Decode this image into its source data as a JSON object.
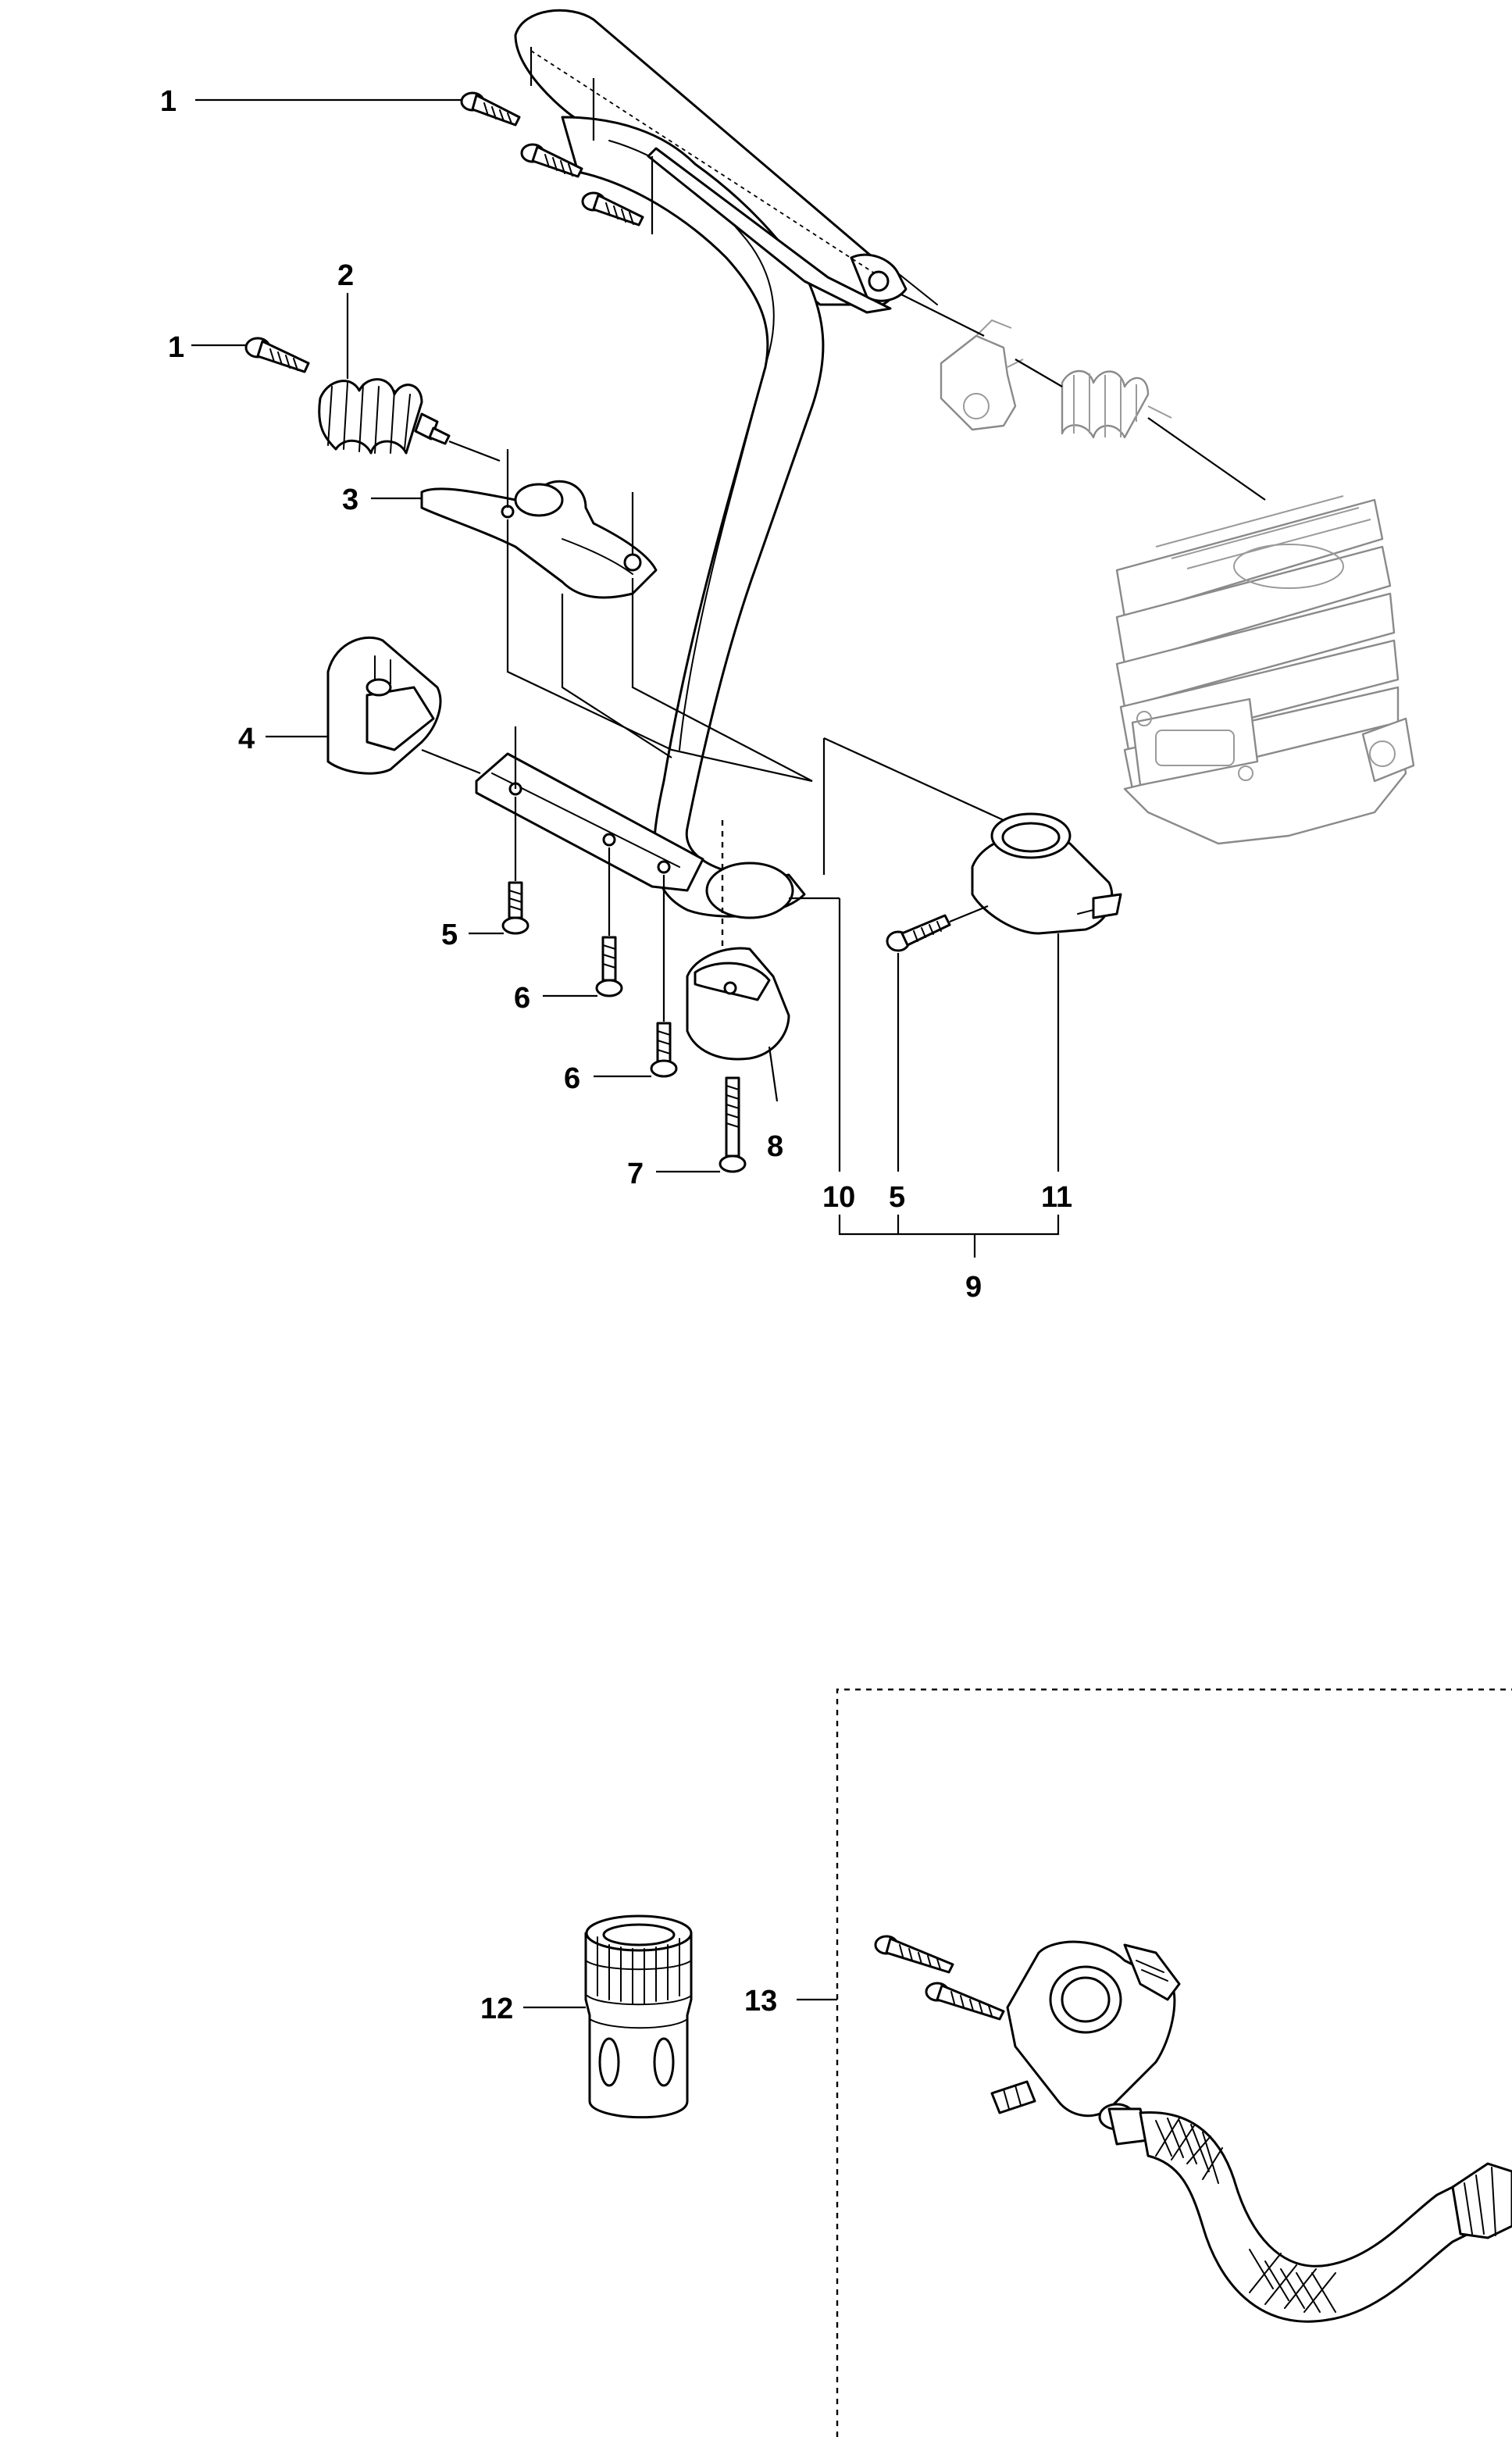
{
  "callouts": {
    "c1a": "1",
    "c1b": "1",
    "c2": "2",
    "c3": "3",
    "c4": "4",
    "c5a": "5",
    "c6a": "6",
    "c6b": "6",
    "c7": "7",
    "c8": "8",
    "c10": "10",
    "c5b": "5",
    "c11": "11",
    "c9": "9",
    "c12": "12",
    "c13": "13"
  }
}
